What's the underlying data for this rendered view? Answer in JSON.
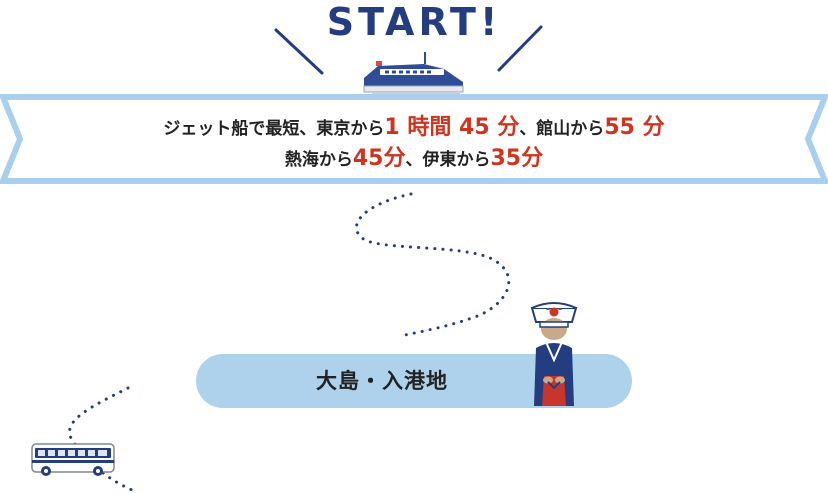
{
  "header": {
    "title": "START!"
  },
  "banner": {
    "line1": {
      "prefix": "ジェット船で最短、東京から",
      "tokyo_time": "1 時間 45 分",
      "middle": "、館山から",
      "tateyama_time": "55 分"
    },
    "line2": {
      "prefix": "熱海から",
      "atami_time": "45分",
      "middle": "、伊東から",
      "ito_time": "35分"
    }
  },
  "arrival": {
    "label": "大島・入港地"
  },
  "icons": [
    "jetfoil-ship-icon",
    "anko-woman-icon",
    "bus-icon"
  ],
  "colors": {
    "navy": "#233d80",
    "light_blue": "#aed2ec",
    "banner_border": "#a9cfee",
    "accent_red": "#d0341f",
    "dots": "#233d80"
  }
}
